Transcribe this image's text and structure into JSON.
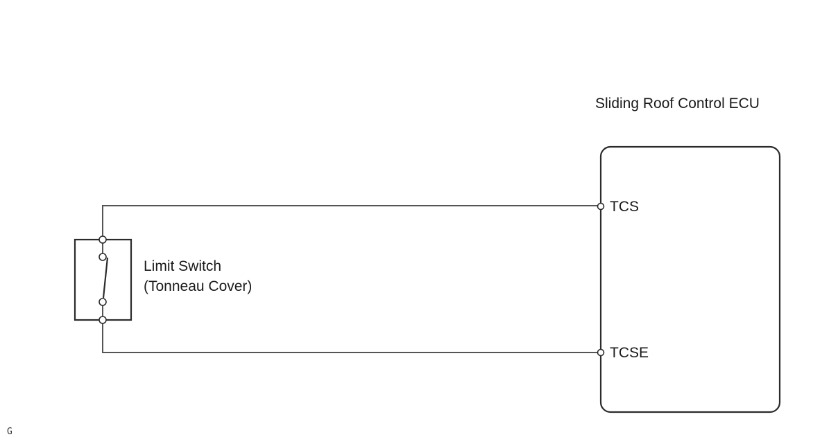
{
  "ecu": {
    "title": "Sliding Roof Control ECU",
    "pins": [
      {
        "label": "TCS"
      },
      {
        "label": "TCSE"
      }
    ]
  },
  "switch": {
    "label_line1": "Limit Switch",
    "label_line2": "(Tonneau Cover)",
    "state": "open"
  },
  "figure_mark": "G",
  "colors": {
    "line": "#555555",
    "outline": "#2b2b2b",
    "text": "#1a1a1a"
  }
}
